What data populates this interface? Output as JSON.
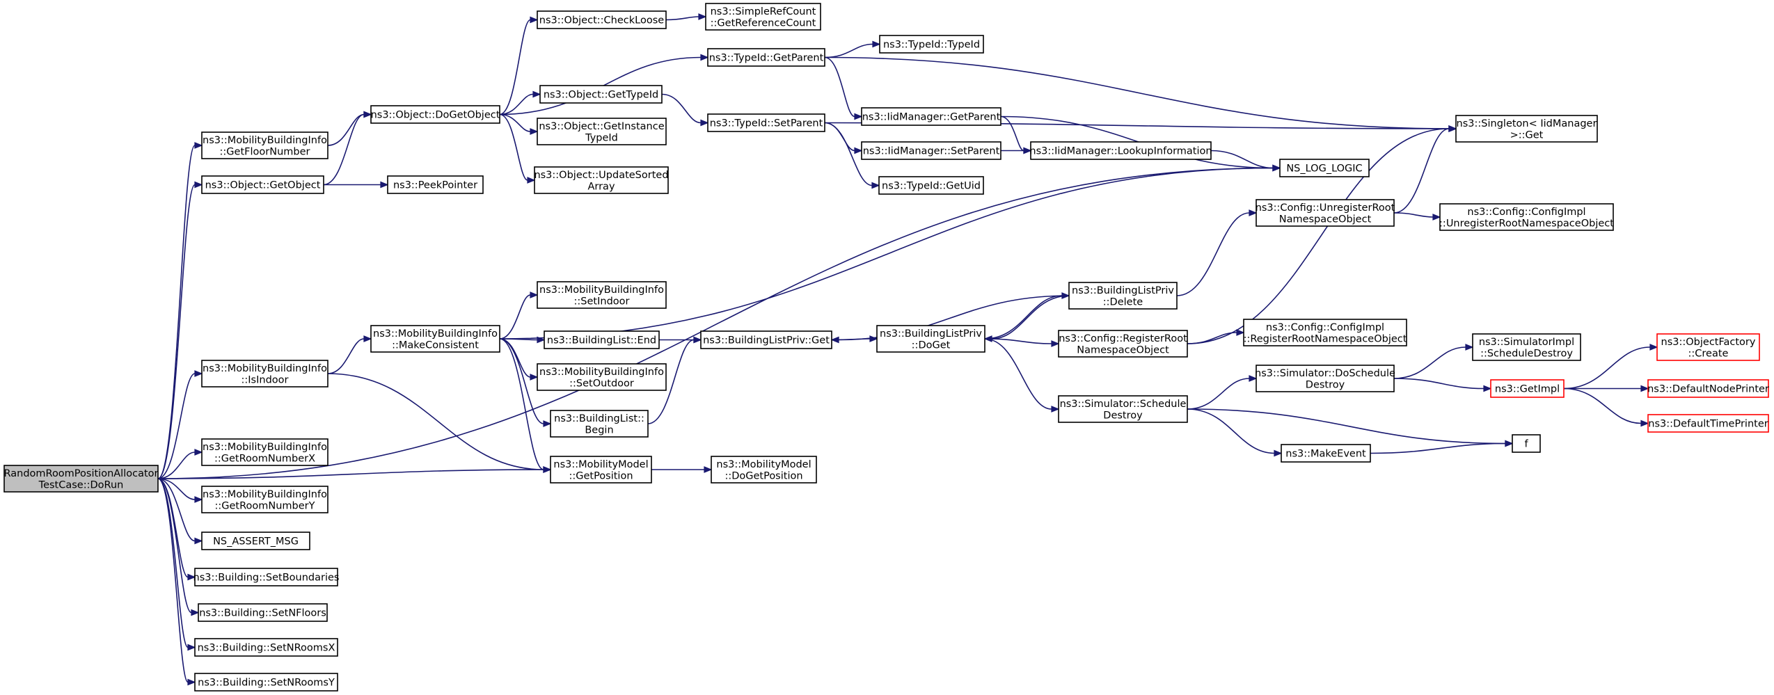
{
  "nodes": [
    {
      "id": "root",
      "lines": [
        "RandomRoomPositionAllocator",
        "TestCase::DoRun"
      ],
      "root": true
    },
    {
      "id": "gfn",
      "lines": [
        "ns3::MobilityBuildingInfo",
        "::GetFloorNumber"
      ]
    },
    {
      "id": "getobj",
      "lines": [
        "ns3::Object::GetObject"
      ]
    },
    {
      "id": "isindoor",
      "lines": [
        "ns3::MobilityBuildingInfo",
        "::IsIndoor"
      ]
    },
    {
      "id": "grx",
      "lines": [
        "ns3::MobilityBuildingInfo",
        "::GetRoomNumberX"
      ]
    },
    {
      "id": "gry",
      "lines": [
        "ns3::MobilityBuildingInfo",
        "::GetRoomNumberY"
      ]
    },
    {
      "id": "assert",
      "lines": [
        "NS_ASSERT_MSG"
      ]
    },
    {
      "id": "setbound",
      "lines": [
        "ns3::Building::SetBoundaries"
      ]
    },
    {
      "id": "setnfl",
      "lines": [
        "ns3::Building::SetNFloors"
      ]
    },
    {
      "id": "setnrx",
      "lines": [
        "ns3::Building::SetNRoomsX"
      ]
    },
    {
      "id": "setnry",
      "lines": [
        "ns3::Building::SetNRoomsY"
      ]
    },
    {
      "id": "dogetobj",
      "lines": [
        "ns3::Object::DoGetObject"
      ]
    },
    {
      "id": "peek",
      "lines": [
        "ns3::PeekPointer"
      ]
    },
    {
      "id": "makecons",
      "lines": [
        "ns3::MobilityBuildingInfo",
        "::MakeConsistent"
      ]
    },
    {
      "id": "getpos",
      "lines": [
        "ns3::MobilityModel",
        "::GetPosition"
      ]
    },
    {
      "id": "checkloose",
      "lines": [
        "ns3::Object::CheckLoose"
      ]
    },
    {
      "id": "objgettid",
      "lines": [
        "ns3::Object::GetTypeId"
      ]
    },
    {
      "id": "objgetinst",
      "lines": [
        "ns3::Object::GetInstance",
        "TypeId"
      ]
    },
    {
      "id": "updsorted",
      "lines": [
        "ns3::Object::UpdateSorted",
        "Array"
      ]
    },
    {
      "id": "setindoor",
      "lines": [
        "ns3::MobilityBuildingInfo",
        "::SetIndoor"
      ]
    },
    {
      "id": "blend",
      "lines": [
        "ns3::BuildingList::End"
      ]
    },
    {
      "id": "setoutdoor",
      "lines": [
        "ns3::MobilityBuildingInfo",
        "::SetOutdoor"
      ]
    },
    {
      "id": "blbegin",
      "lines": [
        "ns3::BuildingList::",
        "Begin"
      ]
    },
    {
      "id": "dogetpos",
      "lines": [
        "ns3::MobilityModel",
        "::DoGetPosition"
      ]
    },
    {
      "id": "srcgrc",
      "lines": [
        "ns3::SimpleRefCount",
        "::GetReferenceCount"
      ]
    },
    {
      "id": "tidgetparent",
      "lines": [
        "ns3::TypeId::GetParent"
      ]
    },
    {
      "id": "tidsetparent",
      "lines": [
        "ns3::TypeId::SetParent"
      ]
    },
    {
      "id": "blpget",
      "lines": [
        "ns3::BuildingListPriv::Get"
      ]
    },
    {
      "id": "tidtid",
      "lines": [
        "ns3::TypeId::TypeId"
      ]
    },
    {
      "id": "iidgetparent",
      "lines": [
        "ns3::IidManager::GetParent"
      ]
    },
    {
      "id": "iidsetparent",
      "lines": [
        "ns3::IidManager::SetParent"
      ]
    },
    {
      "id": "tidgetuid",
      "lines": [
        "ns3::TypeId::GetUid"
      ]
    },
    {
      "id": "blpdoget",
      "lines": [
        "ns3::BuildingListPriv",
        "::DoGet"
      ]
    },
    {
      "id": "iidlookup",
      "lines": [
        "ns3::IidManager::LookupInformation"
      ]
    },
    {
      "id": "blpdelete",
      "lines": [
        "ns3::BuildingListPriv",
        "::Delete"
      ]
    },
    {
      "id": "cfgregister",
      "lines": [
        "ns3::Config::RegisterRoot",
        "NamespaceObject"
      ]
    },
    {
      "id": "simschedule",
      "lines": [
        "ns3::Simulator::Schedule",
        "Destroy"
      ]
    },
    {
      "id": "nslog",
      "lines": [
        "NS_LOG_LOGIC"
      ]
    },
    {
      "id": "cfgunreg",
      "lines": [
        "ns3::Config::UnregisterRoot",
        "NamespaceObject"
      ]
    },
    {
      "id": "cfgimplreg",
      "lines": [
        "ns3::Config::ConfigImpl",
        "::RegisterRootNamespaceObject"
      ]
    },
    {
      "id": "simdosched",
      "lines": [
        "ns3::Simulator::DoSchedule",
        "Destroy"
      ]
    },
    {
      "id": "makeevent",
      "lines": [
        "ns3::MakeEvent"
      ]
    },
    {
      "id": "singleton",
      "lines": [
        "ns3::Singleton< IidManager",
        ">::Get"
      ]
    },
    {
      "id": "cfgimplunreg",
      "lines": [
        "ns3::Config::ConfigImpl",
        "::UnregisterRootNamespaceObject"
      ]
    },
    {
      "id": "simimplsched",
      "lines": [
        "ns3::SimulatorImpl",
        "::ScheduleDestroy"
      ]
    },
    {
      "id": "getimpl",
      "lines": [
        "ns3::GetImpl"
      ],
      "truncated": true
    },
    {
      "id": "f",
      "lines": [
        "f"
      ]
    },
    {
      "id": "objfactory",
      "lines": [
        "ns3::ObjectFactory",
        "::Create"
      ],
      "truncated": true
    },
    {
      "id": "defnode",
      "lines": [
        "ns3::DefaultNodePrinter"
      ],
      "truncated": true
    },
    {
      "id": "deftime",
      "lines": [
        "ns3::DefaultTimePrinter"
      ],
      "truncated": true
    }
  ],
  "edges": [
    [
      "root",
      "gfn"
    ],
    [
      "root",
      "getobj"
    ],
    [
      "root",
      "isindoor"
    ],
    [
      "root",
      "grx"
    ],
    [
      "root",
      "gry"
    ],
    [
      "root",
      "assert"
    ],
    [
      "root",
      "setbound"
    ],
    [
      "root",
      "setnfl"
    ],
    [
      "root",
      "setnrx"
    ],
    [
      "root",
      "setnry"
    ],
    [
      "root",
      "getpos"
    ],
    [
      "root",
      "nslog"
    ],
    [
      "gfn",
      "dogetobj"
    ],
    [
      "getobj",
      "dogetobj"
    ],
    [
      "getobj",
      "peek"
    ],
    [
      "isindoor",
      "makecons"
    ],
    [
      "isindoor",
      "getpos"
    ],
    [
      "dogetobj",
      "checkloose"
    ],
    [
      "dogetobj",
      "tidgetparent"
    ],
    [
      "dogetobj",
      "objgettid"
    ],
    [
      "dogetobj",
      "objgetinst"
    ],
    [
      "dogetobj",
      "updsorted"
    ],
    [
      "checkloose",
      "srcgrc"
    ],
    [
      "objgettid",
      "tidsetparent"
    ],
    [
      "tidgetparent",
      "tidtid"
    ],
    [
      "tidgetparent",
      "iidgetparent"
    ],
    [
      "tidgetparent",
      "singleton"
    ],
    [
      "tidsetparent",
      "singleton"
    ],
    [
      "tidsetparent",
      "iidsetparent"
    ],
    [
      "tidsetparent",
      "tidgetuid"
    ],
    [
      "iidgetparent",
      "iidlookup"
    ],
    [
      "iidgetparent",
      "nslog"
    ],
    [
      "iidsetparent",
      "iidlookup"
    ],
    [
      "iidlookup",
      "nslog"
    ],
    [
      "makecons",
      "setindoor"
    ],
    [
      "makecons",
      "blend"
    ],
    [
      "makecons",
      "setoutdoor"
    ],
    [
      "makecons",
      "blbegin"
    ],
    [
      "makecons",
      "getpos"
    ],
    [
      "makecons",
      "nslog"
    ],
    [
      "blend",
      "blpget"
    ],
    [
      "blbegin",
      "blpget"
    ],
    [
      "blpget",
      "blpdoget"
    ],
    [
      "blpdoget",
      "blpdelete"
    ],
    [
      "blpdoget",
      "cfgregister"
    ],
    [
      "blpdoget",
      "simschedule"
    ],
    [
      "blpdelete",
      "blpget"
    ],
    [
      "blpdelete",
      "blpdoget"
    ],
    [
      "blpdelete",
      "cfgunreg"
    ],
    [
      "cfgregister",
      "singleton"
    ],
    [
      "cfgregister",
      "cfgimplreg"
    ],
    [
      "cfgunreg",
      "singleton"
    ],
    [
      "cfgunreg",
      "cfgimplunreg"
    ],
    [
      "simschedule",
      "simdosched"
    ],
    [
      "simschedule",
      "makeevent"
    ],
    [
      "simschedule",
      "f"
    ],
    [
      "simdosched",
      "simimplsched"
    ],
    [
      "simdosched",
      "getimpl"
    ],
    [
      "makeevent",
      "f"
    ],
    [
      "getimpl",
      "objfactory"
    ],
    [
      "getimpl",
      "defnode"
    ],
    [
      "getimpl",
      "deftime"
    ],
    [
      "getpos",
      "dogetpos"
    ]
  ]
}
